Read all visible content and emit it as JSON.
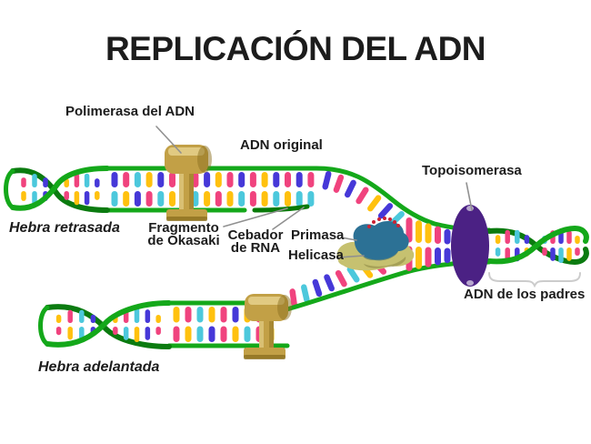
{
  "title": "REPLICACIÓN DEL ADN",
  "labels": {
    "polimerasa": "Polimerasa del ADN",
    "adn_original": "ADN original",
    "topoisomerasa": "Topoisomerasa",
    "hebra_retrasada": "Hebra retrasada",
    "fragmento_line1": "Fragmento",
    "fragmento_line2": "de Okasaki",
    "cebador_line1": "Cebador",
    "cebador_line2": "de RNA",
    "primasa": "Primasa",
    "helicasa": "Helicasa",
    "adn_padres": "ADN de los padres",
    "hebra_adelantada": "Hebra adelantada"
  },
  "colors": {
    "background": "#ffffff",
    "text": "#1c1c1c",
    "backbone_green": "#14a81a",
    "backbone_dark_green": "#0b7b10",
    "okazaki_green": "#077a07",
    "base_pink": "#f0437e",
    "base_yellow": "#ffc10e",
    "base_blue": "#4638d8",
    "base_cyan": "#4cc8dc",
    "polymerase_gold": "#c2a046",
    "polymerase_gold_light": "#e8d591",
    "polymerase_gold_dark": "#8c701f",
    "topoisomerase_purple": "#4b2184",
    "primase_blue": "#2c7195",
    "helicase_olive": "#c6c170",
    "primer_dots_red": "#cc2233",
    "pointer_gray": "#909090",
    "brace_gray": "#cccccc"
  },
  "dna": {
    "top_ladder": [
      [
        "blue",
        "cyan"
      ],
      [
        "pink",
        "yellow"
      ],
      [
        "cyan",
        "blue"
      ],
      [
        "yellow",
        "pink"
      ],
      [
        "blue",
        "cyan"
      ],
      [
        "pink",
        "yellow"
      ],
      [
        "yellow",
        "pink"
      ],
      [
        "pink",
        "cyan"
      ],
      [
        "blue",
        "yellow"
      ],
      [
        "yellow",
        "pink"
      ],
      [
        "pink",
        "yellow"
      ],
      [
        "blue",
        "cyan"
      ],
      [
        "pink",
        "pink"
      ],
      [
        "yellow",
        "yellow"
      ],
      [
        "blue",
        "cyan"
      ],
      [
        "pink",
        "yellow"
      ],
      [
        "blue",
        "cyan"
      ],
      [
        "pink",
        "cyan"
      ]
    ],
    "bottom_ladder": [
      [
        "yellow",
        "pink"
      ],
      [
        "pink",
        "yellow"
      ],
      [
        "cyan",
        "cyan"
      ],
      [
        "yellow",
        "blue"
      ],
      [
        "pink",
        "pink"
      ],
      [
        "blue",
        "yellow"
      ],
      [
        "yellow",
        "cyan"
      ],
      [
        "pink",
        "pink"
      ],
      [
        "cyan",
        "yellow"
      ]
    ],
    "parent_ladder": [
      [
        "pink",
        "pink"
      ],
      [
        "yellow",
        "yellow"
      ],
      [
        "yellow",
        "pink"
      ],
      [
        "pink",
        "blue"
      ],
      [
        "blue",
        "blue"
      ],
      [
        "cyan",
        "cyan"
      ]
    ],
    "fork_top_bases": [
      "blue",
      "pink",
      "blue",
      "pink",
      "yellow",
      "blue",
      "cyan"
    ],
    "fork_bottom_bases": [
      "pink",
      "cyan",
      "blue",
      "blue",
      "pink",
      "cyan",
      "yellow",
      "pink"
    ],
    "helix_top_left": {
      "eye1": [
        [
          "pink",
          "yellow"
        ],
        [
          "cyan",
          "cyan"
        ],
        [
          "blue",
          "blue"
        ]
      ],
      "eye2": [
        [
          "yellow",
          "pink"
        ],
        [
          "pink",
          "yellow"
        ],
        [
          "cyan",
          "blue"
        ],
        [
          "blue",
          "yellow"
        ]
      ]
    },
    "helix_bottom_left": {
      "eye1": [
        [
          "yellow",
          "pink"
        ],
        [
          "pink",
          "yellow"
        ],
        [
          "cyan",
          "cyan"
        ],
        [
          "blue",
          "blue"
        ]
      ],
      "eye2": [
        [
          "yellow",
          "pink"
        ],
        [
          "pink",
          "cyan"
        ],
        [
          "cyan",
          "yellow"
        ],
        [
          "blue",
          "blue"
        ],
        [
          "yellow",
          "pink"
        ]
      ]
    },
    "helix_right": {
      "eye1": [
        [
          "yellow",
          "cyan"
        ],
        [
          "pink",
          "pink"
        ],
        [
          "cyan",
          "blue"
        ],
        [
          "blue",
          "yellow"
        ]
      ],
      "eye2": [
        [
          "cyan",
          "pink"
        ],
        [
          "pink",
          "blue"
        ],
        [
          "blue",
          "cyan"
        ],
        [
          "pink",
          "yellow"
        ],
        [
          "yellow",
          "pink"
        ]
      ]
    }
  }
}
